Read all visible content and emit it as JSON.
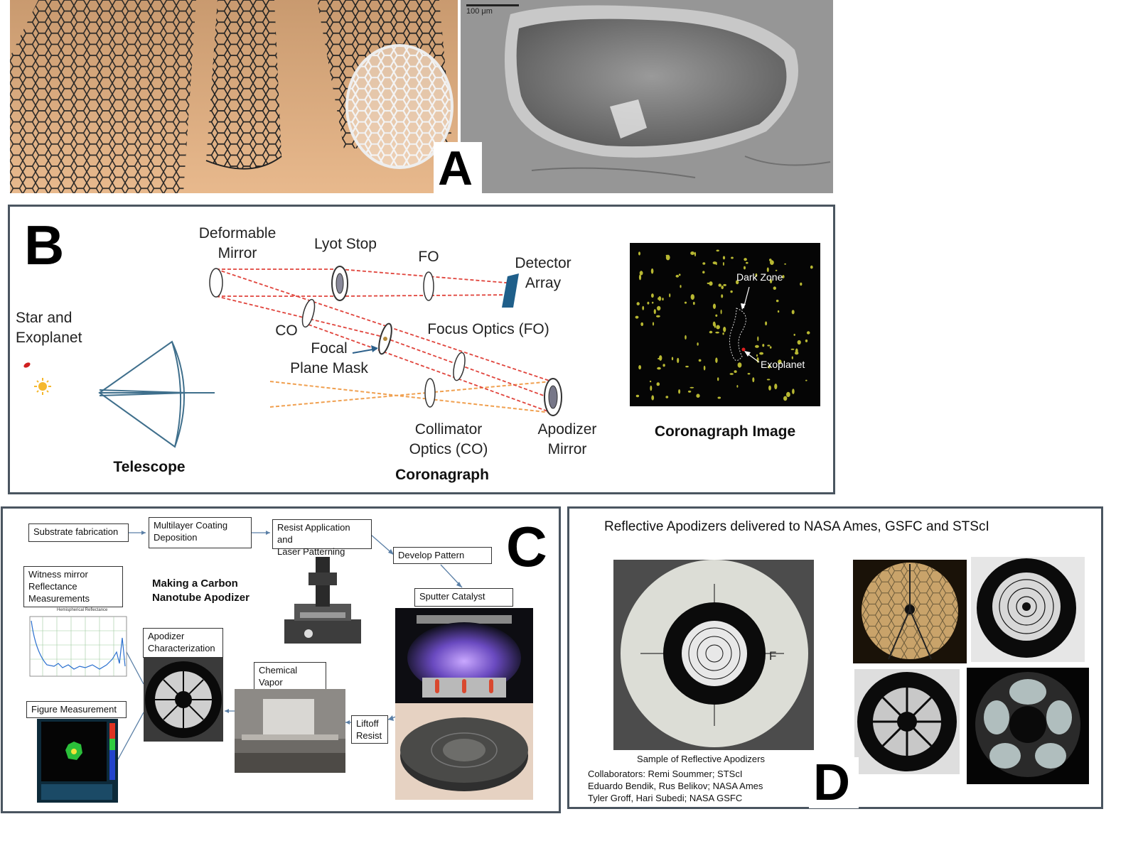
{
  "panel_a": {
    "letter": "A",
    "scale_bar": "100 μm"
  },
  "panel_b": {
    "letter": "B",
    "labels": {
      "deformable_mirror": "Deformable\nMirror",
      "lyot_stop": "Lyot Stop",
      "fo": "FO",
      "detector_array": "Detector\nArray",
      "star_exoplanet": "Star and\nExoplanet",
      "co": "CO",
      "focal_plane_mask": "Focal\nPlane Mask",
      "focus_optics": "Focus Optics (FO)",
      "collimator_optics": "Collimator\nOptics (CO)",
      "apodizer_mirror": "Apodizer\nMirror",
      "telescope": "Telescope",
      "coronagraph": "Coronagraph",
      "coronagraph_image": "Coronagraph Image",
      "dark_zone": "Dark Zone",
      "exoplanet": "Exoplanet"
    }
  },
  "panel_c": {
    "letter": "C",
    "title": "Making a Carbon\nNanotube Apodizer",
    "steps": {
      "substrate": "Substrate fabrication",
      "multilayer": "Multilayer Coating\nDeposition",
      "resist": "Resist Application and\nLaser Patterning",
      "develop": "Develop Pattern",
      "sputter": "Sputter Catalyst",
      "witness": "Witness mirror\nReflectance\nMeasurements",
      "apodizer_char": "Apodizer\nCharacterization",
      "cvd": "Chemical Vapor\nDeposition",
      "liftoff": "Liftoff\nResist",
      "figure": "Figure Measurement"
    },
    "plot_title": "Hemispherical Reflectance"
  },
  "panel_d": {
    "letter": "D",
    "title": "Reflective Apodizers delivered to NASA Ames, GSFC and STScI",
    "caption": "Sample of Reflective Apodizers",
    "collaborators": [
      "Collaborators: Remi Soummer; STScI",
      "Eduardo Bendik, Rus Belikov;  NASA Ames",
      "Tyler Groff, Hari Subedi; NASA GSFC"
    ],
    "marker": "F"
  },
  "colors": {
    "panel_border": "#4a5560",
    "beam": "#e0443c",
    "input_beam": "#f0a050",
    "detector": "#1f5f8a"
  }
}
